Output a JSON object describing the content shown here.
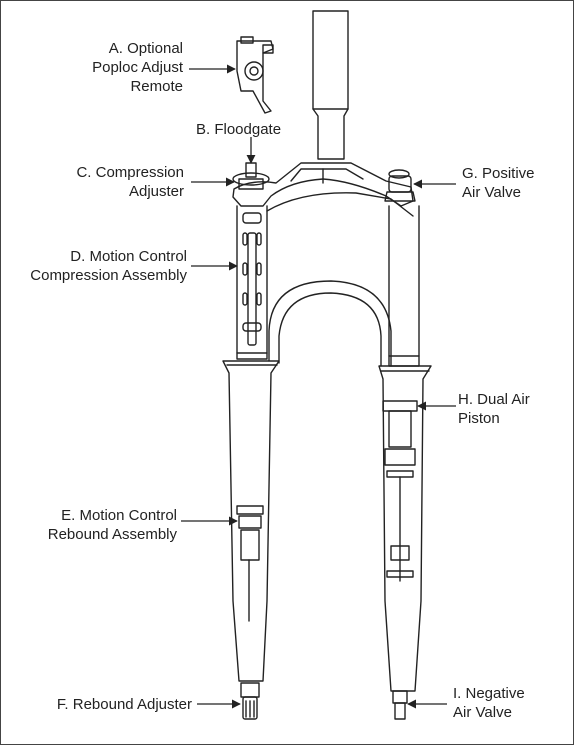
{
  "labels": {
    "a": [
      "A. Optional",
      "Poploc Adjust",
      "Remote"
    ],
    "b": [
      "B. Floodgate"
    ],
    "c": [
      "C. Compression",
      "Adjuster"
    ],
    "d": [
      "D. Motion Control",
      "Compression Assembly"
    ],
    "e": [
      "E. Motion Control",
      "Rebound Assembly"
    ],
    "f": [
      "F. Rebound Adjuster"
    ],
    "g": [
      "G. Positive",
      "Air Valve"
    ],
    "h": [
      "H. Dual Air",
      "Piston"
    ],
    "i": [
      "I. Negative",
      "Air Valve"
    ]
  },
  "colors": {
    "line": "#222222",
    "text": "#222222",
    "background": "#ffffff"
  }
}
